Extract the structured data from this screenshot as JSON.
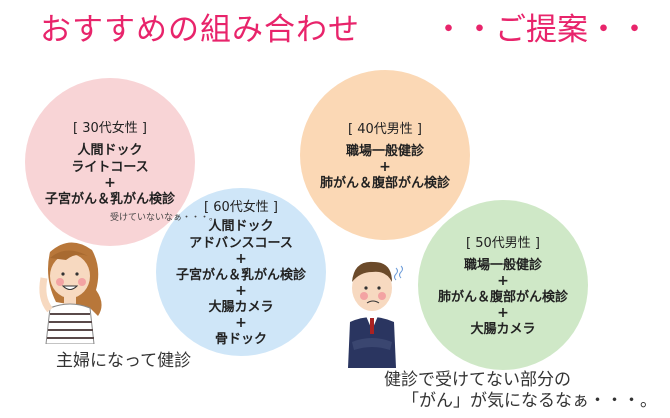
{
  "header": {
    "title": "おすすめの組み合わせ",
    "subtitle": "・・ご提案・・"
  },
  "plans": {
    "women30": {
      "heading": "[ 30代女性 ]",
      "lines": [
        "人間ドック",
        "ライトコース",
        "+",
        "子宮がん＆乳がん検診"
      ]
    },
    "men40": {
      "heading": "[ 40代男性 ]",
      "lines": [
        "職場一般健診",
        "+",
        "肺がん＆腹部がん検診"
      ]
    },
    "women60": {
      "heading": "[ 60代女性 ]",
      "lines": [
        "人間ドック",
        "アドバンスコース",
        "+",
        "子宮がん＆乳がん検診",
        "+",
        "大腸カメラ",
        "+",
        "骨ドック"
      ]
    },
    "men50": {
      "heading": "[ 50代男性 ]",
      "lines": [
        "職場一般健診",
        "+",
        "肺がん＆腹部がん検診",
        "+",
        "大腸カメラ"
      ]
    }
  },
  "woman": {
    "aside": "受けていないなぁ・・・。",
    "caption": "主婦になって健診"
  },
  "man": {
    "caption_lines": [
      "健診で受けてない部分の",
      "「がん」が気になるなぁ・・・。"
    ]
  },
  "colors": {
    "title": "#e8246b",
    "women30": "#f8d4d6",
    "men40": "#fbd8b5",
    "women60": "#cfe6f8",
    "men50": "#cfe8c7"
  }
}
